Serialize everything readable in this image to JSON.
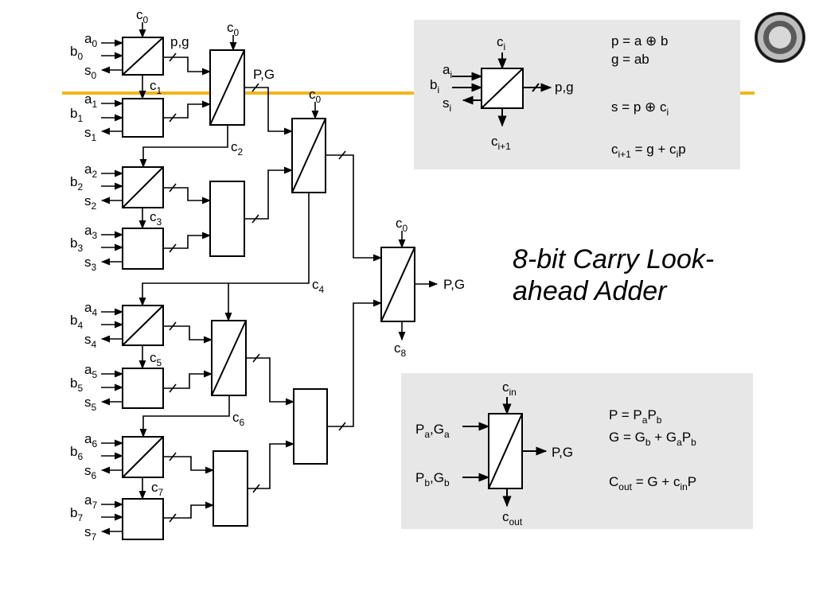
{
  "colors": {
    "accent_line": "#f2b619",
    "panel_bg": "#e7e7e7",
    "wire": "#000000"
  },
  "logo": {
    "icon": "university-seal-icon"
  },
  "title": {
    "line1": "8-bit Carry Look-",
    "line2": "ahead Adder"
  },
  "top_panel": {
    "labels": {
      "c_top": "c",
      "c_top_sub": "i",
      "a": "a",
      "a_sub": "i",
      "b": "b",
      "b_sub": "i",
      "s": "s",
      "s_sub": "i",
      "out": "p,g",
      "c_bottom": "c",
      "c_bottom_sub": "i+1"
    },
    "eq1": "p = a ⊕ b",
    "eq2": "g = ab",
    "eq3_main": "s = p ⊕ c",
    "eq3_sub": "i",
    "eq4_c": "c",
    "eq4_csub": "i+1",
    "eq4_mid": " = g + c",
    "eq4_isub": "i",
    "eq4_end": "p"
  },
  "bottom_panel": {
    "labels": {
      "cin": "c",
      "cin_sub": "in",
      "pa_P": "P",
      "pa_Psub": "a",
      "pa_comma": ",G",
      "pa_Gsub": "a",
      "pb_P": "P",
      "pb_Psub": "b",
      "pb_comma": ",G",
      "pb_Gsub": "b",
      "out": "P,G",
      "cout": "c",
      "cout_sub": "out"
    },
    "eq1": {
      "lhs": "P = P",
      "s1": "a",
      "mid": "P",
      "s2": "b"
    },
    "eq2": {
      "lhs": "G = G",
      "s1": "b",
      "mid": " + G",
      "s2": "a",
      "mid2": "P",
      "s3": "b"
    },
    "eq3": {
      "lhs": "C",
      "s1": "out",
      "mid": " = G + c",
      "s2": "in",
      "end": "P"
    }
  },
  "adder": {
    "inputs": [
      {
        "a": "a",
        "b": "b",
        "s": "s",
        "idx": "0"
      },
      {
        "a": "a",
        "b": "b",
        "s": "s",
        "idx": "1"
      },
      {
        "a": "a",
        "b": "b",
        "s": "s",
        "idx": "2"
      },
      {
        "a": "a",
        "b": "b",
        "s": "s",
        "idx": "3"
      },
      {
        "a": "a",
        "b": "b",
        "s": "s",
        "idx": "4"
      },
      {
        "a": "a",
        "b": "b",
        "s": "s",
        "idx": "5"
      },
      {
        "a": "a",
        "b": "b",
        "s": "s",
        "idx": "6"
      },
      {
        "a": "a",
        "b": "b",
        "s": "s",
        "idx": "7"
      }
    ],
    "carries": [
      {
        "c": "c",
        "idx": "0"
      },
      {
        "c": "c",
        "idx": "0"
      },
      {
        "c": "c",
        "idx": "0"
      },
      {
        "c": "c",
        "idx": "0"
      },
      {
        "c": "c",
        "idx": "1"
      },
      {
        "c": "c",
        "idx": "2"
      },
      {
        "c": "c",
        "idx": "3"
      },
      {
        "c": "c",
        "idx": "4"
      },
      {
        "c": "c",
        "idx": "5"
      },
      {
        "c": "c",
        "idx": "6"
      },
      {
        "c": "c",
        "idx": "7"
      },
      {
        "c": "c",
        "idx": "8"
      }
    ],
    "pg_label": "p,g",
    "PG_label": "P,G",
    "final_out": "P,G"
  }
}
